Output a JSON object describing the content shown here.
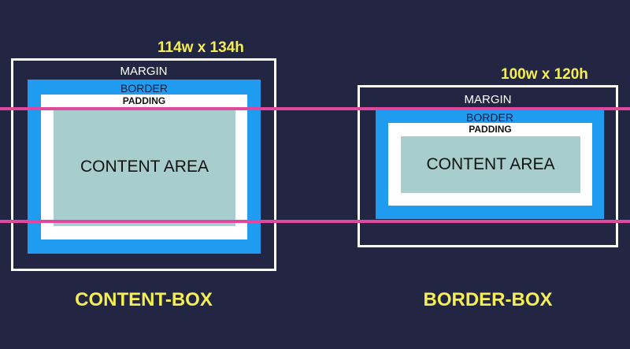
{
  "content_box": {
    "dimension_label": "114w x 134h",
    "margin_label": "MARGIN",
    "border_label": "BORDER",
    "padding_label": "PADDING",
    "content_label": "CONTENT AREA",
    "caption": "CONTENT-BOX"
  },
  "border_box": {
    "dimension_label": "100w x 120h",
    "margin_label": "MARGIN",
    "border_label": "BORDER",
    "padding_label": "PADDING",
    "content_label": "CONTENT AREA",
    "caption": "BORDER-BOX"
  },
  "colors": {
    "background": "#232642",
    "margin": "#ffffff",
    "border": "#1f9cf0",
    "padding": "#ffffff",
    "content": "#a7cdcd",
    "guide_lines": "#e0479d",
    "labels": "#f5ee55"
  }
}
